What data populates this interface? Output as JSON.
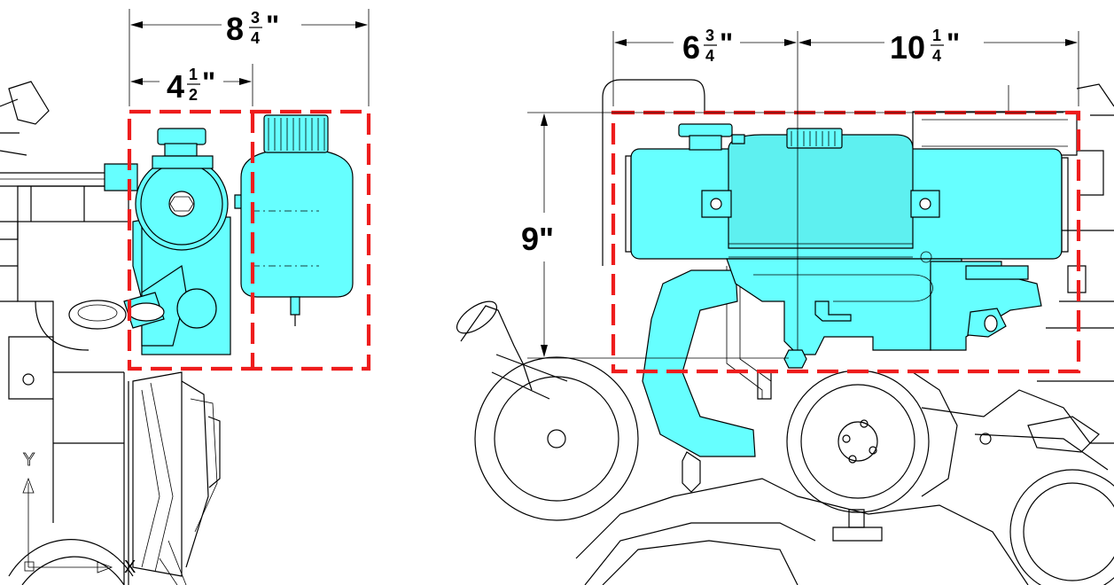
{
  "colors": {
    "outline": "#000000",
    "component_fill": "#66ffff",
    "envelope_dash": "#ee1c1c",
    "background": "#ffffff"
  },
  "side_view": {
    "overall_width": {
      "whole": "8",
      "num": "3",
      "den": "4",
      "unit": "\""
    },
    "front_width": {
      "whole": "4",
      "num": "1",
      "den": "2",
      "unit": "\""
    }
  },
  "front_view": {
    "left_width": {
      "whole": "6",
      "num": "3",
      "den": "4",
      "unit": "\""
    },
    "right_width": {
      "whole": "10",
      "num": "1",
      "den": "4",
      "unit": "\""
    },
    "height": {
      "text": "9\""
    }
  },
  "axis_triad": {
    "y_label": "Y",
    "x_label": "X"
  },
  "icons": [
    "arrowhead-icon",
    "axis-triad-icon"
  ]
}
